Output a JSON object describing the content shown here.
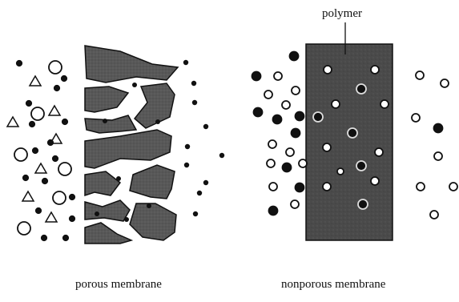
{
  "labels": {
    "polymer": "polymer",
    "porous": "porous membrane",
    "nonporous": "nonporous membrane"
  },
  "colors": {
    "ink": "#111111",
    "membrane_fill": "#555555",
    "nonporous_fill": "#4a4a4a",
    "background": "#ffffff"
  }
}
